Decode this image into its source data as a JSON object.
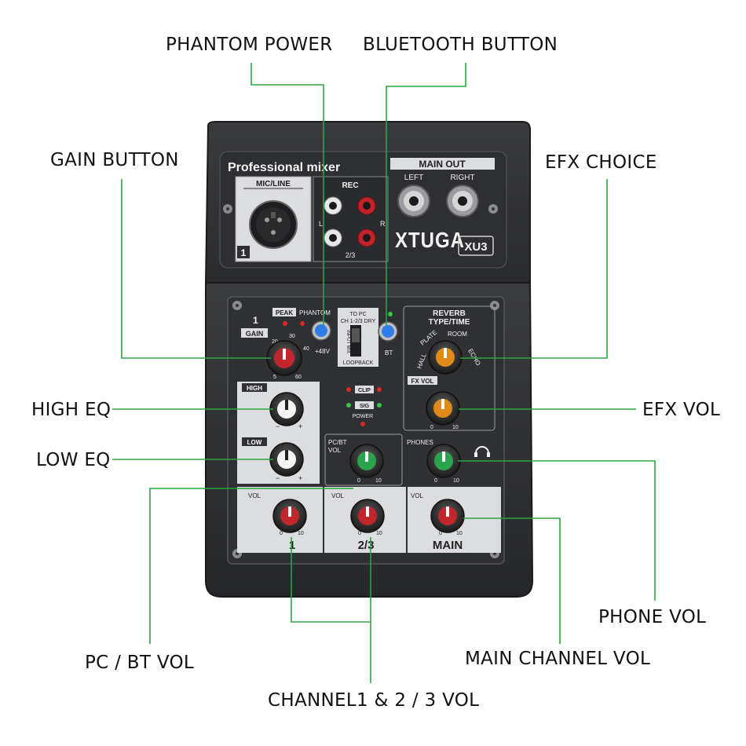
{
  "callouts": {
    "phantom_power": "PHANTOM POWER",
    "bluetooth_button": "BLUETOOTH BUTTON",
    "gain_button": "GAIN BUTTON",
    "efx_choice": "EFX CHOICE",
    "high_eq": "HIGH EQ",
    "efx_vol": "EFX VOL",
    "low_eq": "LOW EQ",
    "phone_vol": "PHONE VOL",
    "pc_bt_vol": "PC / BT VOL",
    "main_channel_vol": "MAIN CHANNEL VOL",
    "channel_vol": "CHANNEL1 & 2 / 3 VOL"
  },
  "device": {
    "title": "Professional mixer",
    "main_out": "MAIN OUT",
    "left": "LEFT",
    "right": "RIGHT",
    "mic_line": "MIC/LINE",
    "rec": "REC",
    "l": "L",
    "r": "R",
    "rec_23": "2/3",
    "ch1": "1",
    "brand": "XTUGA",
    "model": "XU3",
    "peak": "PEAK",
    "phantom": "PHANTOM",
    "plus48v": "+48V",
    "ch_num": "1",
    "gain": "GAIN",
    "to_pc": "TO PC",
    "ch_dry": "CH 1-2/3 DRY",
    "input_mix": "INPUT MIX",
    "loopback": "LOOPBACK",
    "bt": "BT",
    "reverb": "REVERB",
    "type_time": "TYPE/TIME",
    "hall": "HALL",
    "plate": "PLATE",
    "room": "ROOM",
    "echo": "ECHO",
    "fx_vol": "FX VOL",
    "high": "HIGH",
    "low": "LOW",
    "clip": "CLIP",
    "sig": "SIG",
    "power": "POWER",
    "pc_bt": "PC/BT",
    "vol": "VOL",
    "phones": "PHONES",
    "ch1_label": "1",
    "ch23_label": "2/3",
    "main_label": "MAIN",
    "zero": "0",
    "ten": "10",
    "minus": "−",
    "plus": "+",
    "g5": "5",
    "g10": "10",
    "g20": "20",
    "g30": "30",
    "g40": "40",
    "g60": "60"
  },
  "colors": {
    "leader": "#2aa640",
    "knob_red": "#c0262b",
    "knob_orange": "#e08a19",
    "knob_green": "#2ba24c",
    "knob_white": "#ffffff",
    "button_blue": "#2f7ee8"
  }
}
